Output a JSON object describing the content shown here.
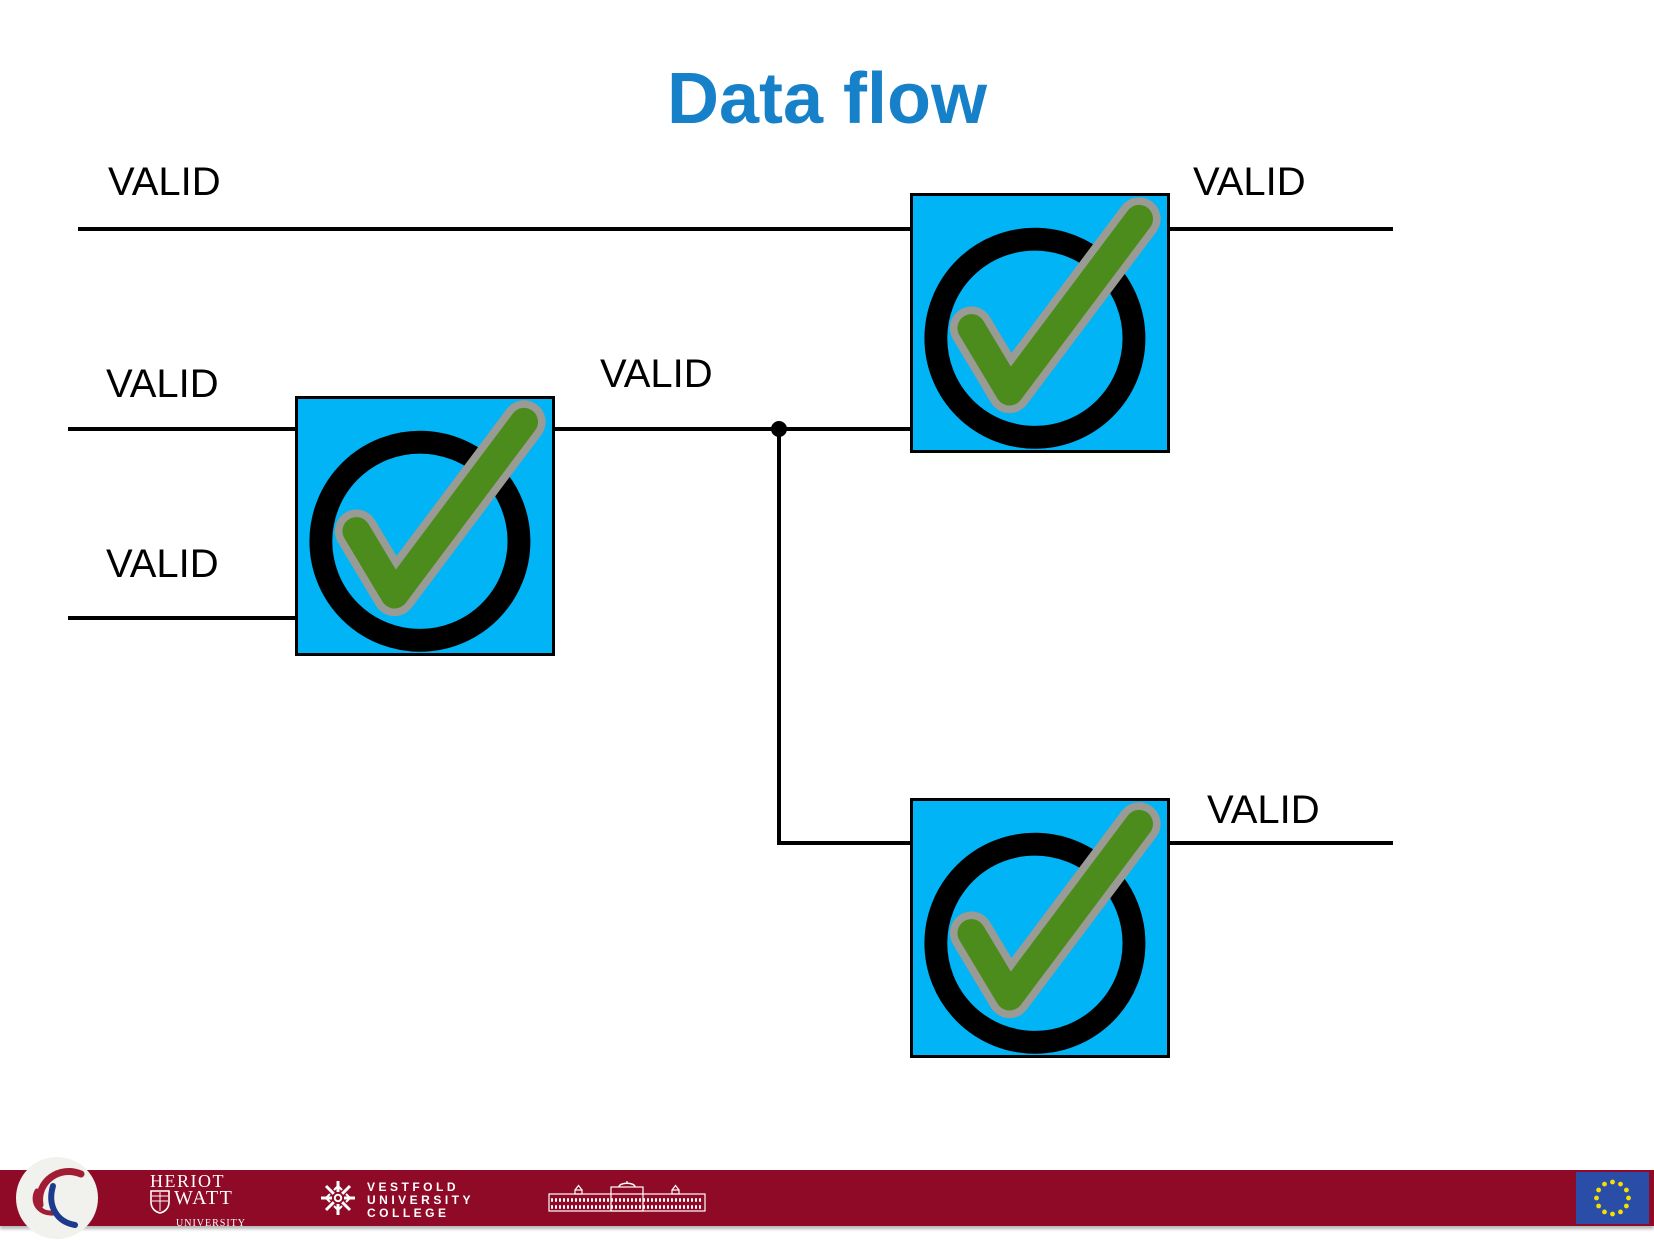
{
  "slide": {
    "title": "Data flow"
  },
  "diagram": {
    "labels": {
      "input_top": "VALID",
      "input_middle": "VALID",
      "input_bottom": "VALID",
      "intermediate": "VALID",
      "output_top": "VALID",
      "output_bottom": "VALID"
    },
    "icons": {
      "validator_box": "check-mark-in-circle-icon"
    },
    "colors": {
      "box_fill": "#00B4F5",
      "check_green": "#4C8C1C",
      "check_outline": "#9B9B96",
      "circle_ring": "#000000",
      "line": "#000000",
      "title_blue": "#1681C8"
    }
  },
  "footer": {
    "bar_color": "#8E0A26",
    "heriot_watt": {
      "line1": "HERIOT",
      "line2": "WATT",
      "line3": "UNIVERSITY"
    },
    "vestfold": {
      "line1": "VESTFOLD",
      "line2": "UNIVERSITY",
      "line3": "COLLEGE"
    },
    "icons": {
      "left_circle": "swirl-logo",
      "vestfold_mark": "snowflake-icon",
      "heriot_watt_mark": "shield-icon",
      "campus_mark": "building-icon",
      "eu_mark": "eu-flag"
    },
    "eu_flag_colors": {
      "field": "#2A4DA8",
      "stars": "#F5DE00"
    }
  }
}
